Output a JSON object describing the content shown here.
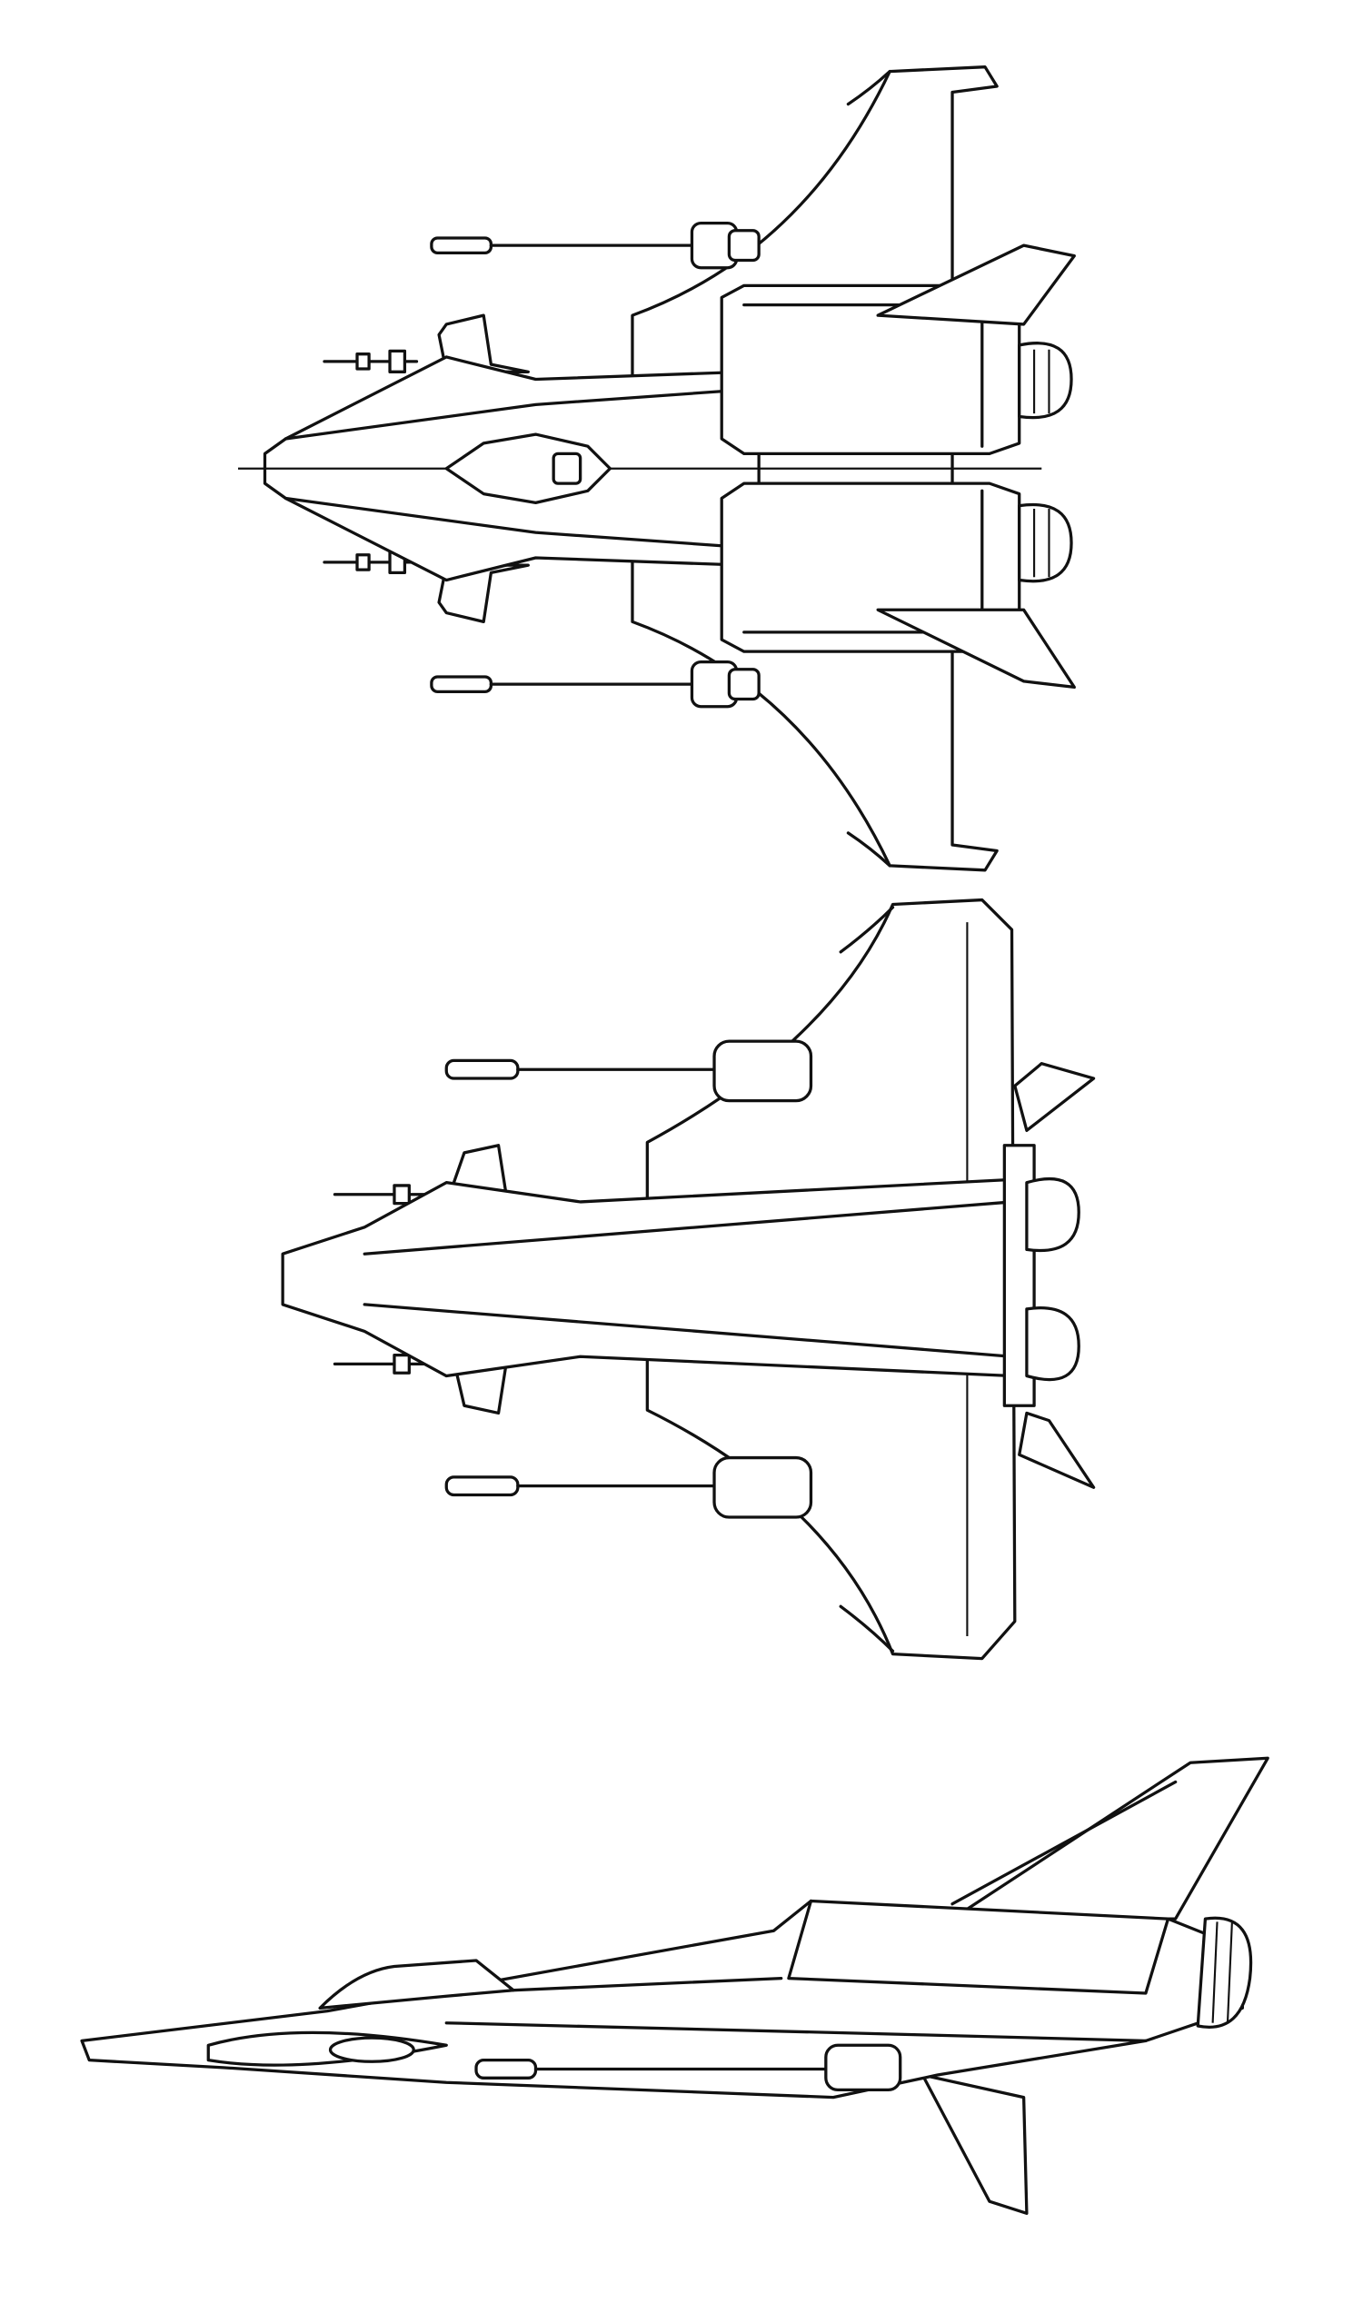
{
  "drawing": {
    "views": [
      "top-view",
      "bottom-view",
      "side-view"
    ],
    "colors": {
      "line": "#111111",
      "background": "#ffffff"
    }
  }
}
